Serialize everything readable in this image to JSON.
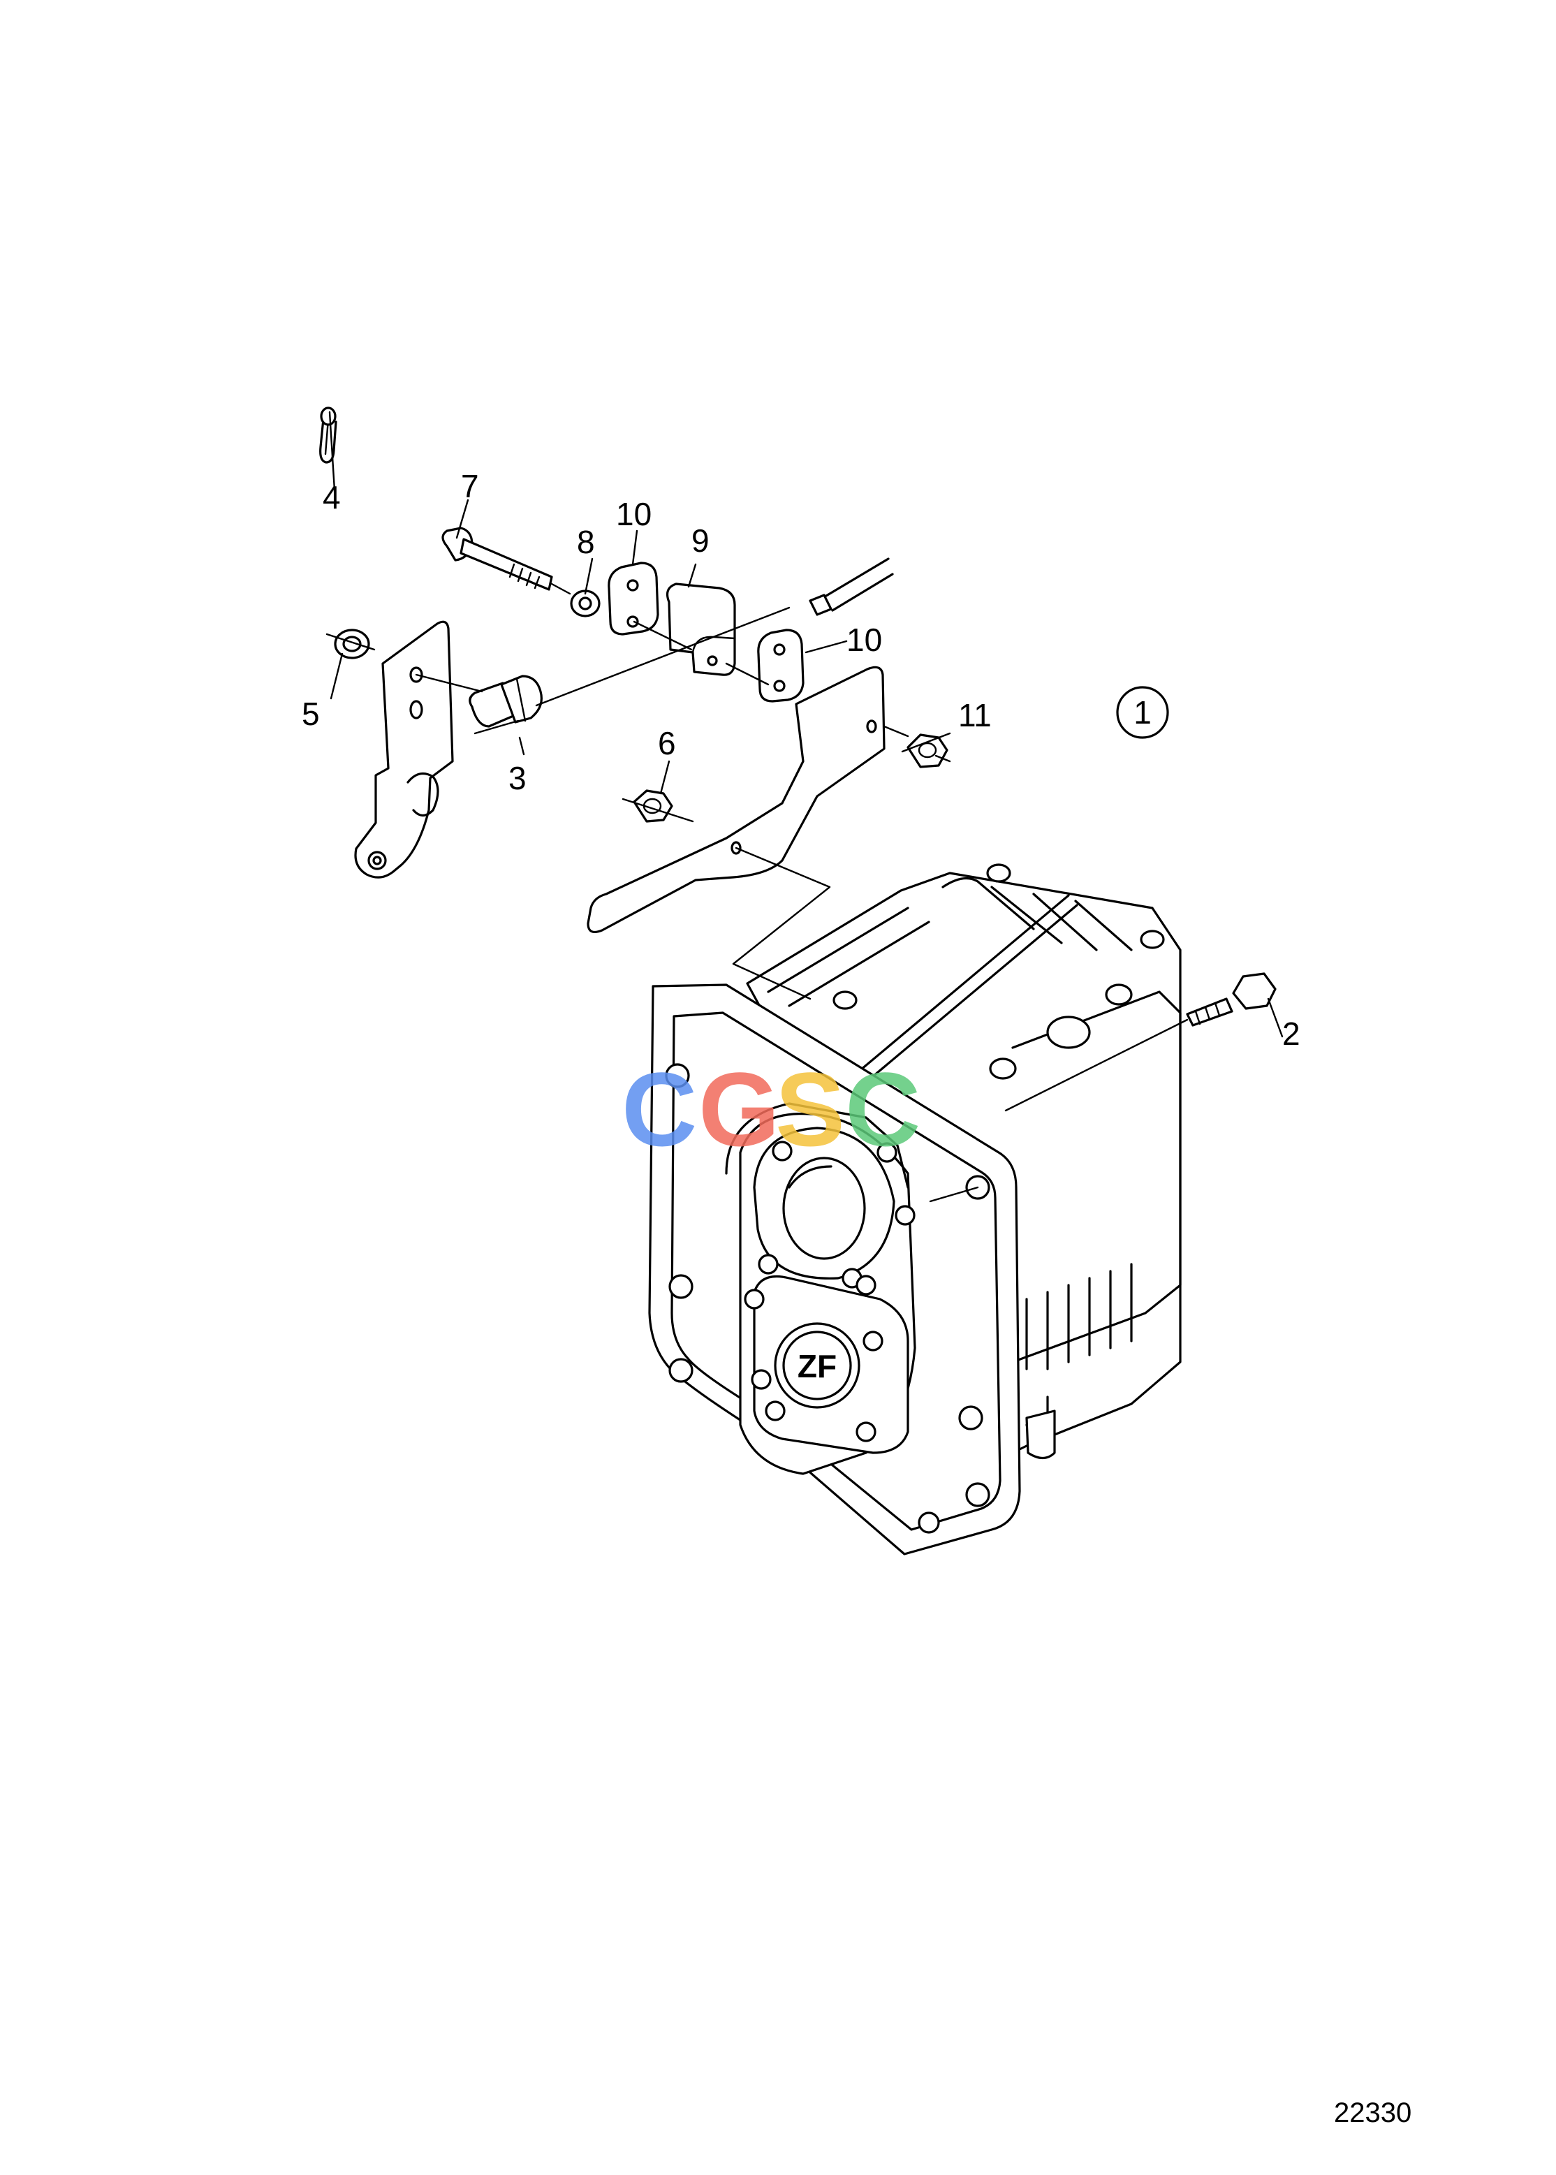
{
  "callouts": [
    {
      "id": "4",
      "text": "4"
    },
    {
      "id": "7",
      "text": "7"
    },
    {
      "id": "8",
      "text": "8"
    },
    {
      "id": "10a",
      "text": "10"
    },
    {
      "id": "9",
      "text": "9"
    },
    {
      "id": "10b",
      "text": "10"
    },
    {
      "id": "5",
      "text": "5"
    },
    {
      "id": "3",
      "text": "3"
    },
    {
      "id": "6",
      "text": "6"
    },
    {
      "id": "11",
      "text": "11"
    },
    {
      "id": "2",
      "text": "2"
    }
  ],
  "variant_marker": "1",
  "figure_number": "22330",
  "watermark": {
    "letters": [
      "C",
      "G",
      "S",
      "C"
    ],
    "colors": [
      "#5b8ff0",
      "#f26b5b",
      "#f5c33b",
      "#5cc97a"
    ]
  },
  "logo_text": "ZF"
}
